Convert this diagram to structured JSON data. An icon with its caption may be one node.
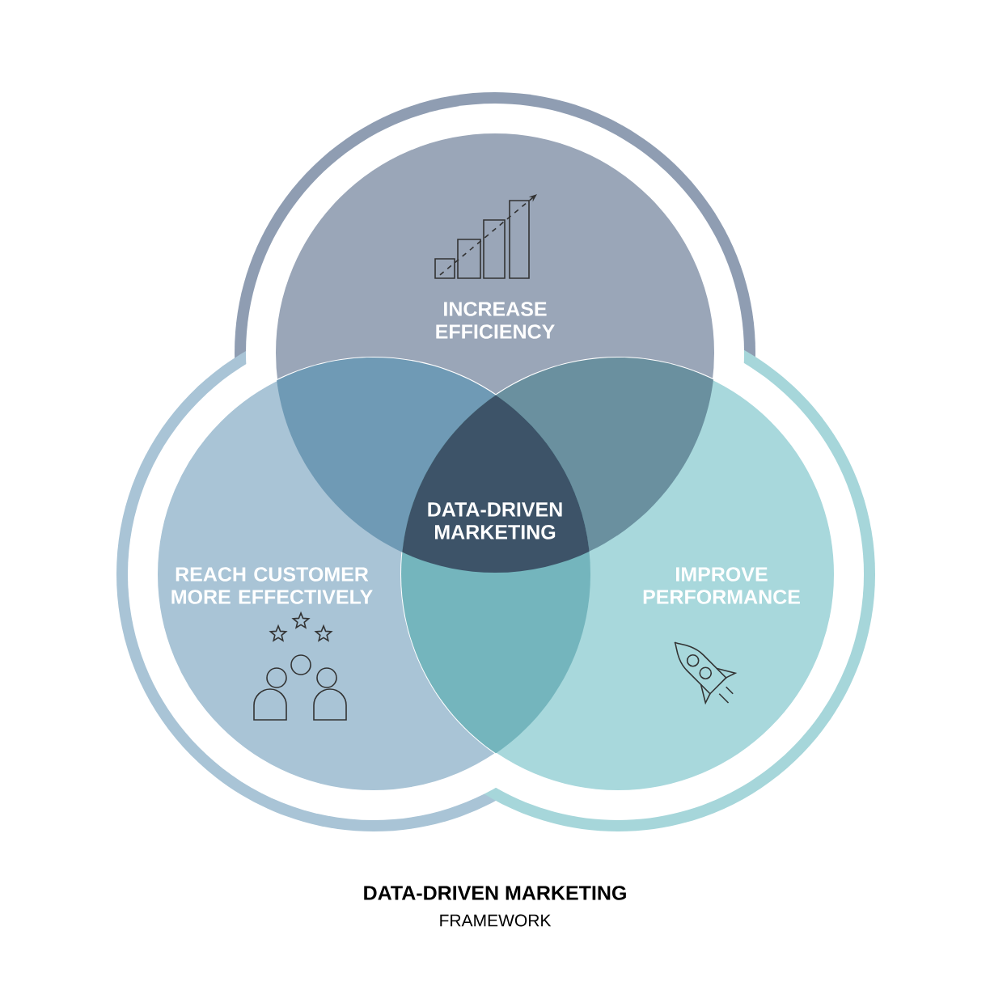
{
  "diagram": {
    "nodes": [
      {
        "text": [
          "INCREASE EFFICIENCY"
        ]
      },
      {
        "text": [
          "REACH CUSTOMER MORE EFFECTIVELY"
        ]
      },
      {
        "text": [
          "IMPROVE PERFORMANCE"
        ]
      },
      {
        "text": [
          "DATA-DRIVEN MARKETING"
        ]
      }
    ],
    "labels": [
      "DATA-DRIVEN MARKETING",
      "FRAMEWORK"
    ]
  }
}
